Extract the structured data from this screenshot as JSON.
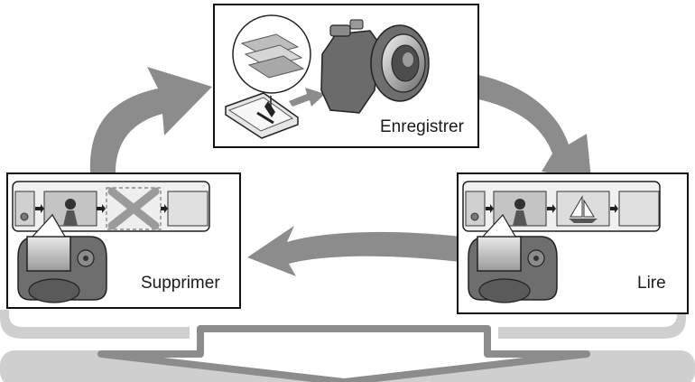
{
  "labels": {
    "record": "Enregistrer",
    "delete": "Supprimer",
    "play": "Lire"
  },
  "colors": {
    "arrow": "#8c8c8c",
    "band": "#cfcfcf",
    "frame": "#111111",
    "camera": "#5a5a5a"
  },
  "icons": [
    "memory-card-icon",
    "camera-icon",
    "photo-strip-icon",
    "delete-cross-icon",
    "sailboat-icon",
    "portrait-icon"
  ]
}
